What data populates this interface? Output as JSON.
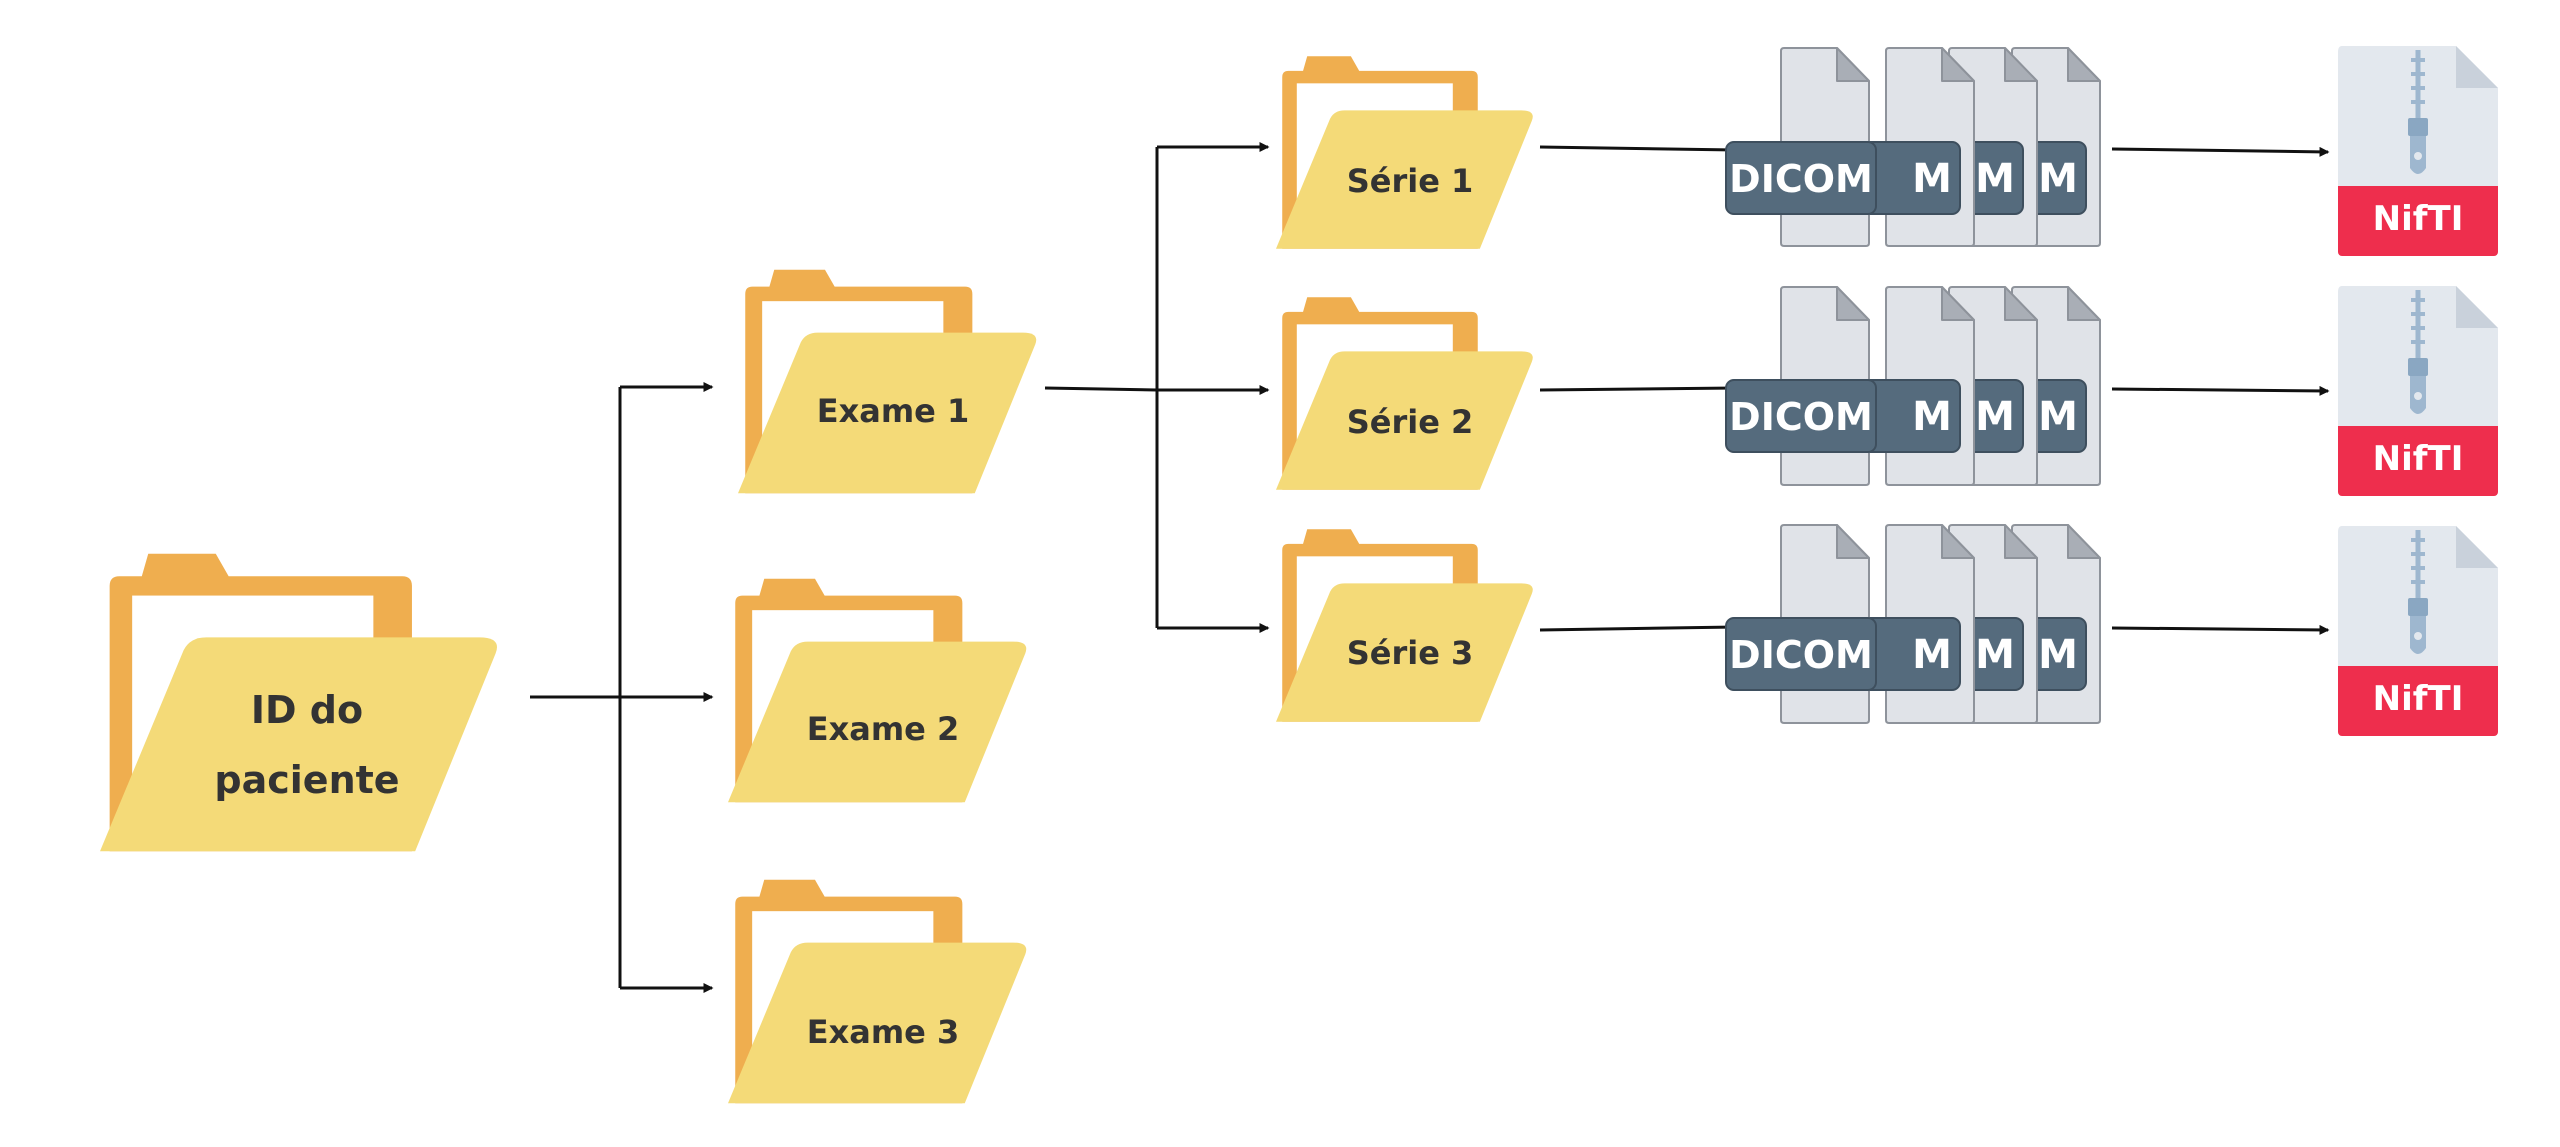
{
  "root_folder": {
    "label_line1": "ID do",
    "label_line2": "paciente",
    "icon": "folder-icon"
  },
  "exams": [
    {
      "label": "Exame 1",
      "icon": "folder-icon"
    },
    {
      "label": "Exame 2",
      "icon": "folder-icon"
    },
    {
      "label": "Exame 3",
      "icon": "folder-icon"
    }
  ],
  "series": [
    {
      "label": "Série 1",
      "icon": "folder-icon",
      "dicom_files": [
        "DICOM",
        "M",
        "M",
        "M"
      ],
      "output": {
        "label": "NifTI",
        "icon": "zip-file-icon"
      }
    },
    {
      "label": "Série 2",
      "icon": "folder-icon",
      "dicom_files": [
        "DICOM",
        "M",
        "M",
        "M"
      ],
      "output": {
        "label": "NifTI",
        "icon": "zip-file-icon"
      }
    },
    {
      "label": "Série 3",
      "icon": "folder-icon",
      "dicom_files": [
        "DICOM",
        "M",
        "M",
        "M"
      ],
      "output": {
        "label": "NifTI",
        "icon": "zip-file-icon"
      }
    }
  ],
  "colors": {
    "folder_back": "#EFAE4F",
    "folder_front": "#F4DA78",
    "folder_paper": "#FFFFFF",
    "file_body": "#E0E3E8",
    "file_fold": "#A9AEB6",
    "file_border": "#8E939B",
    "dicom_badge": "#556B7D",
    "nifti_band": "#EE2E4D",
    "zipper": "#9EB7CF",
    "arrow": "#111111",
    "label_text": "#333333"
  }
}
